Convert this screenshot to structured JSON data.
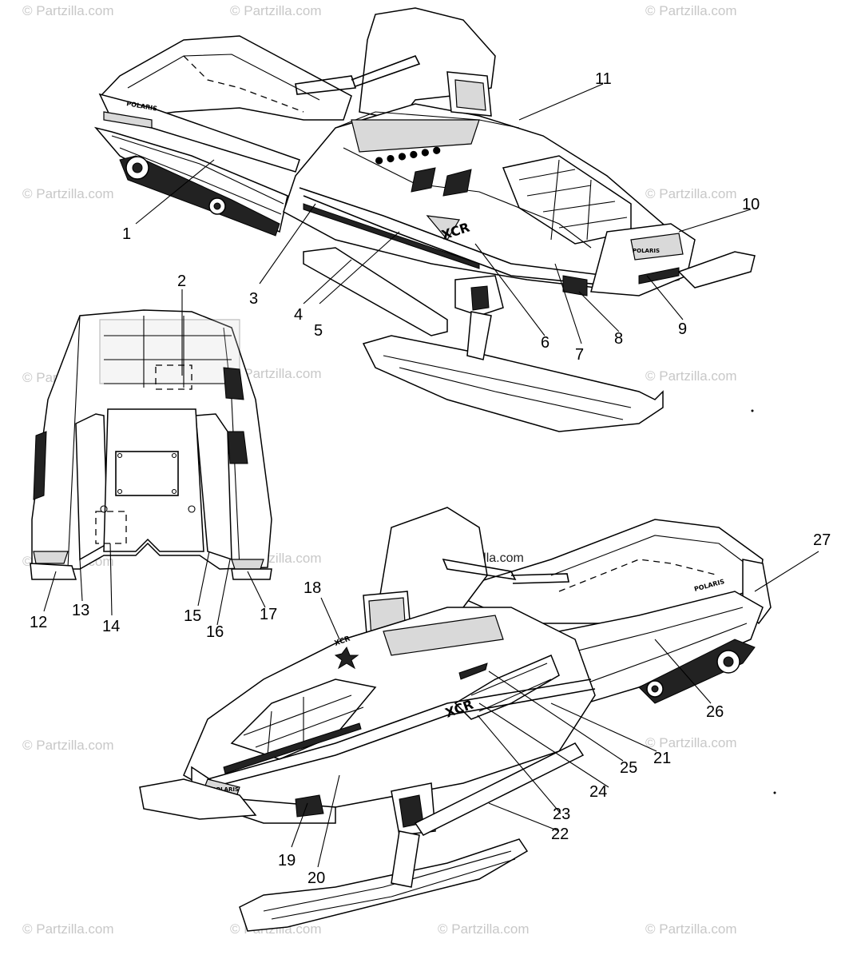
{
  "watermark": "© Partzilla.com",
  "center_watermark": "© Partzilla.com",
  "decal_text": {
    "brand": "POLARIS",
    "model": "XCR"
  },
  "callouts": [
    "1",
    "2",
    "3",
    "4",
    "5",
    "6",
    "7",
    "8",
    "9",
    "10",
    "11",
    "12",
    "13",
    "14",
    "15",
    "16",
    "17",
    "18",
    "19",
    "20",
    "21",
    "22",
    "23",
    "24",
    "25",
    "26",
    "27"
  ]
}
